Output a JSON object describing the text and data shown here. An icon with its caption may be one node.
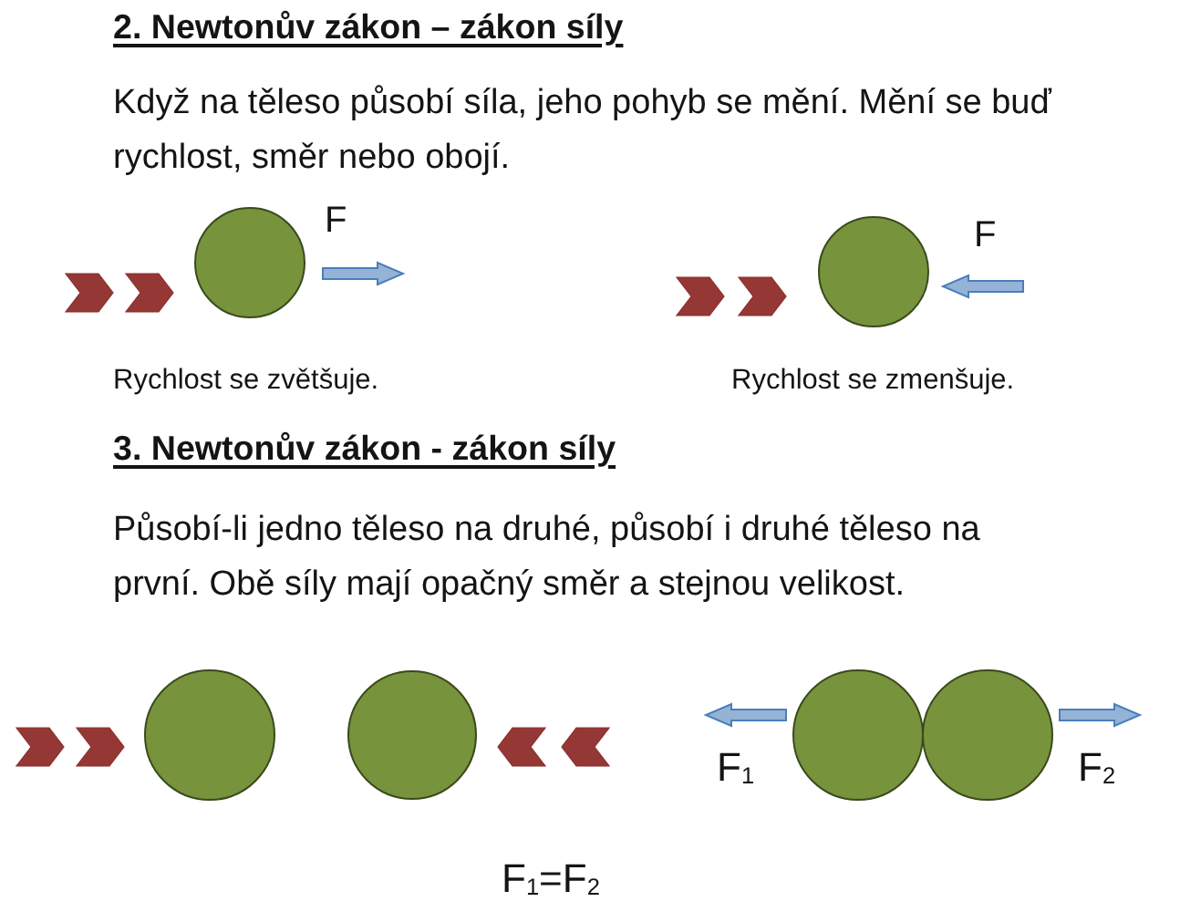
{
  "diagram": {
    "labels": [
      "2. Newtonův zákon – zákon síly",
      "Když na těleso působí síla, jeho pohyb se mění. Mění se buď rychlost, směr nebo obojí.",
      "F",
      "F",
      "Rychlost se zvětšuje.",
      "Rychlost se zmenšuje.",
      "3. Newtonův zákon - zákon síly",
      "Působí-li jedno těleso na druhé, působí i druhé těleso na první. Obě síly mají opačný směr a stejnou velikost.",
      "F$_{1}$",
      "F$_{2}$",
      "F$_{1}$=F$_{2}$"
    ]
  }
}
